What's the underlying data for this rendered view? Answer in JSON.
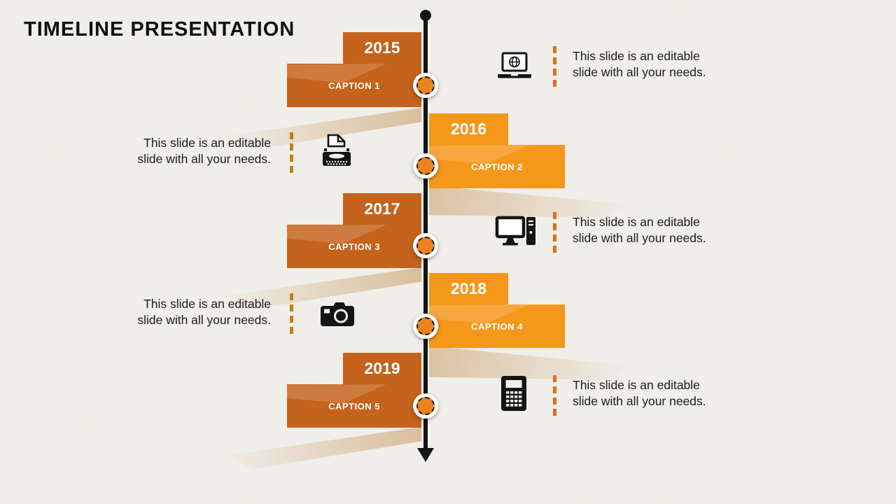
{
  "title": "TIMELINE PRESENTATION",
  "timeline": {
    "items": [
      {
        "year": "2015",
        "caption": "CAPTION 1",
        "side": "left"
      },
      {
        "year": "2016",
        "caption": "CAPTION 2",
        "side": "right"
      },
      {
        "year": "2017",
        "caption": "CAPTION 3",
        "side": "left"
      },
      {
        "year": "2018",
        "caption": "CAPTION 4",
        "side": "right"
      },
      {
        "year": "2019",
        "caption": "CAPTION 5",
        "side": "left"
      }
    ]
  },
  "notes": [
    {
      "icon": "laptop-globe-icon",
      "side": "right",
      "text": "This slide is an editable\nslide with all your needs."
    },
    {
      "icon": "typewriter-icon",
      "side": "left",
      "text": "This slide is an editable\nslide with all your needs."
    },
    {
      "icon": "desktop-computer-icon",
      "side": "right",
      "text": "This slide is an editable\nslide with all your needs."
    },
    {
      "icon": "camera-icon",
      "side": "left",
      "text": "This slide is an editable\nslide with all your needs."
    },
    {
      "icon": "calculator-icon",
      "side": "right",
      "text": "This slide is an editable\nslide with all your needs."
    }
  ],
  "colors": {
    "dark_orange": "#C5621B",
    "light_orange": "#F5971B",
    "node_orange": "#EA831F",
    "dash_left": "#C08018",
    "dash_right": "#E06E1E",
    "line_black": "#141414",
    "background": "#F1EFEA"
  }
}
